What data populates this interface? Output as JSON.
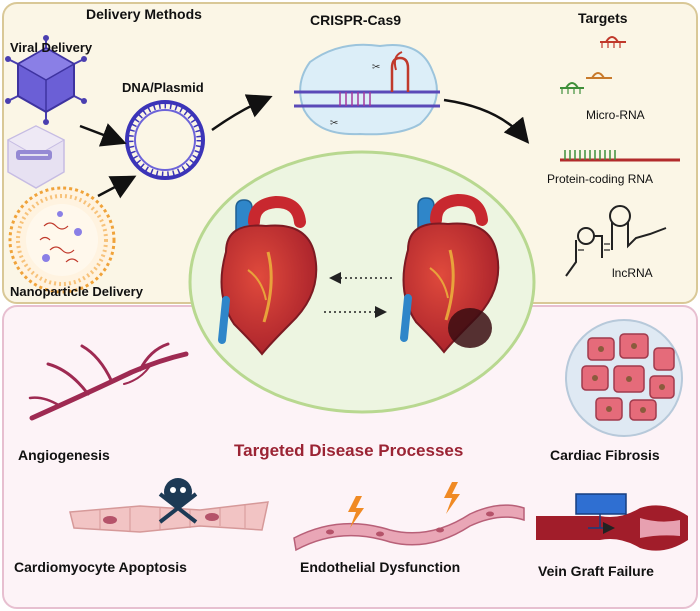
{
  "delivery": {
    "title": "Delivery Methods",
    "viral": "Viral Delivery",
    "plasmid": "DNA/Plasmid",
    "nanoparticle": "Nanoparticle Delivery"
  },
  "crispr": {
    "title": "CRISPR-Cas9"
  },
  "targets": {
    "title": "Targets",
    "micro_rna": "Micro-RNA",
    "protein_rna": "Protein-coding RNA",
    "lnc_rna": "lncRNA"
  },
  "disease": {
    "title": "Targeted Disease Processes",
    "angiogenesis": "Angiogenesis",
    "fibrosis": "Cardiac Fibrosis",
    "apoptosis": "Cardiomyocyte Apoptosis",
    "endothelial": "Endothelial Dysfunction",
    "vein_graft": "Vein Graft Failure"
  },
  "colors": {
    "top_panel_fill": "#fbf6e6",
    "top_panel_border": "#d9c897",
    "bottom_panel_fill": "#fdf3f7",
    "bottom_panel_border": "#e7bfd0",
    "circle_fill": "#edf5e1",
    "circle_border": "#b8d890",
    "disease_title": "#9b2434",
    "plasmid": "#3b34b8",
    "heart_red": "#c8282f",
    "vessel_blue": "#2f86c9"
  }
}
